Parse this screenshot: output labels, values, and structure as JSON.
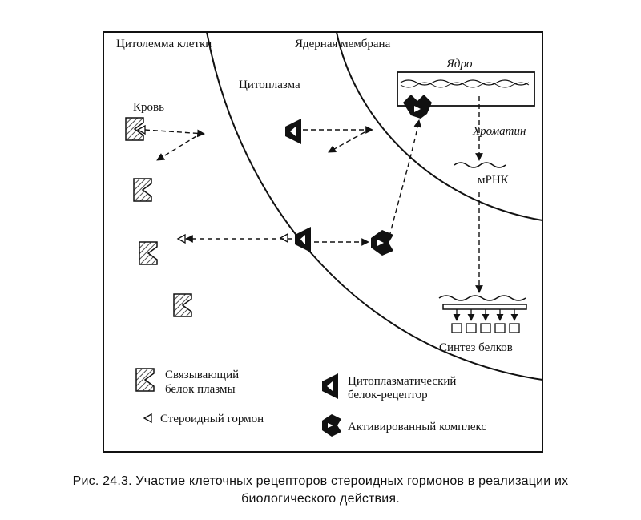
{
  "labels": {
    "cytolemma": "Цитолемма клетки",
    "nuclear_membrane": "Ядерная мембрана",
    "nucleus": "Ядро",
    "cytoplasm": "Цитоплазма",
    "blood": "Кровь",
    "chromatin": "Хроматин",
    "mrna": "мРНК",
    "protein_synthesis": "Синтез белков"
  },
  "legend": {
    "binding_protein_l1": "Связывающий",
    "binding_protein_l2": "белок плазмы",
    "receptor_l1": "Цитоплазматический",
    "receptor_l2": "белок-рецептор",
    "hormone": "Стероидный гормон",
    "complex": "Активированный комплекс"
  },
  "caption": {
    "line1": "Рис. 24.3. Участие клеточных рецепторов стероидных гормонов в реализации их",
    "line2": "биологического действия."
  }
}
